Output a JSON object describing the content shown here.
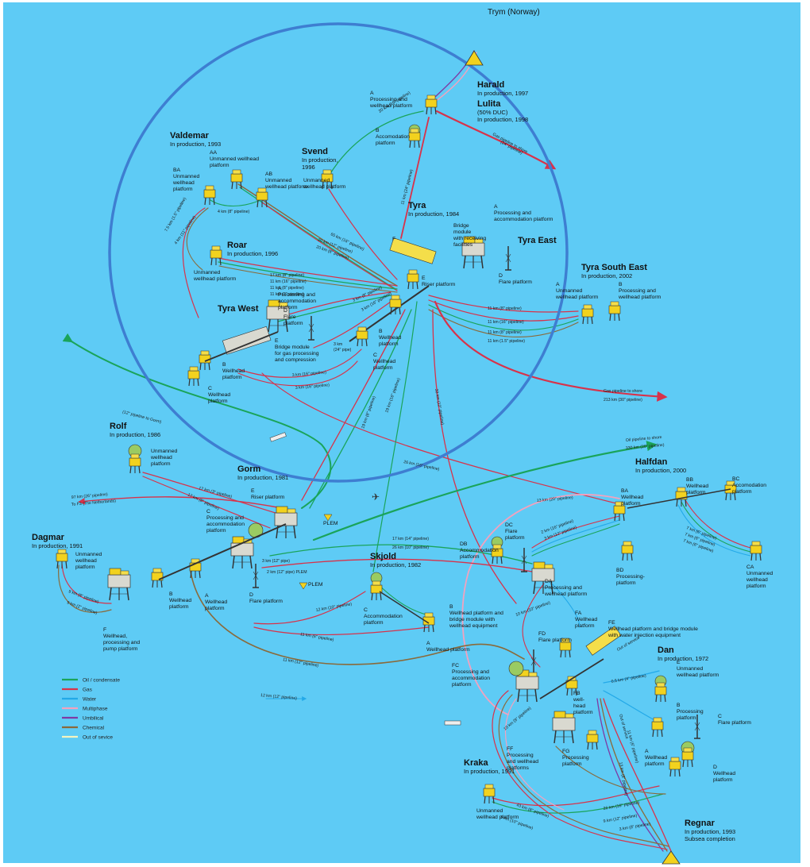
{
  "colors": {
    "sea": "#5ecbf5",
    "frame": "#ffffff",
    "oil": "#1aa45a",
    "gas": "#d8324a",
    "water": "#23a9e8",
    "multiphase": "#f2a2bf",
    "umbilical": "#7e3aa4",
    "chemical": "#8a6a3a",
    "out_of_service": "#f4f4c0",
    "circle": "#3e7ed1",
    "platform": "#f2d21e",
    "platform_dark": "#4a4a42"
  },
  "fields": {
    "trym": {
      "name": "Trym (Norway)"
    },
    "harald": {
      "name": "Harald",
      "sub": "In production, 1997"
    },
    "lulita": {
      "name": "Lulita",
      "sub1": "(50% DUC)",
      "sub2": "In production, 1998"
    },
    "valdemar": {
      "name": "Valdemar",
      "sub": "In production, 1993"
    },
    "svend": {
      "name": "Svend",
      "sub1": "In production,",
      "sub2": "1996"
    },
    "tyra": {
      "name": "Tyra",
      "sub": "In production, 1984"
    },
    "tyra_east": {
      "name": "Tyra East"
    },
    "roar": {
      "name": "Roar",
      "sub": "In production, 1996"
    },
    "tyra_west": {
      "name": "Tyra West"
    },
    "tyra_south_east": {
      "name": "Tyra South East",
      "sub": "In production, 2002"
    },
    "rolf": {
      "name": "Rolf",
      "sub": "In production, 1986"
    },
    "gorm": {
      "name": "Gorm",
      "sub": "In production, 1981"
    },
    "halfdan": {
      "name": "Halfdan",
      "sub": "In production, 2000"
    },
    "dagmar": {
      "name": "Dagmar",
      "sub": "In production, 1991"
    },
    "skjold": {
      "name": "Skjold",
      "sub": "In production, 1982"
    },
    "dan": {
      "name": "Dan",
      "sub": "In production, 1972"
    },
    "kraka": {
      "name": "Kraka",
      "sub": "In production, 1991"
    },
    "regnar": {
      "name": "Regnar",
      "sub1": "In production, 1993",
      "sub2": "Subsea completion"
    }
  },
  "platforms": {
    "harald_a": [
      "A",
      "Processing and",
      "wellhead platform"
    ],
    "harald_b": [
      "B",
      "Accomodation",
      "platform"
    ],
    "valdemar_aa": [
      "AA",
      "Unmanned wellhead",
      "platform"
    ],
    "valdemar_ba": [
      "BA",
      "Unmanned",
      "wellhead",
      "platform"
    ],
    "valdemar_ab": [
      "AB",
      "Unmanned",
      "wellhead platform"
    ],
    "svend": [
      "Unmanned",
      "wellhead platform"
    ],
    "tyra_a": [
      "A",
      "Processing and",
      "accommodation platform"
    ],
    "tyra_bridge": [
      "Bridge",
      "module",
      "with receiving",
      "facilities"
    ],
    "tyra_f": [
      "F"
    ],
    "tyra_e": [
      "E",
      "Riser platform"
    ],
    "tyra_d": [
      "D",
      "Flare platform"
    ],
    "tse_a": [
      "A",
      "Unmanned",
      "wellhead platform"
    ],
    "tse_b": [
      "B",
      "Processing and",
      "wellhead platform"
    ],
    "roar": [
      "Unmanned",
      "wellhead platform"
    ],
    "tw_a": [
      "A",
      "Processing and",
      "accommodation",
      "platform"
    ],
    "tw_d": [
      "D",
      "Flare",
      "platform"
    ],
    "tw_e": [
      "E",
      "Bridge module",
      "for gas processing",
      "and compression"
    ],
    "tw_b": [
      "B",
      "Wellhead",
      "platform"
    ],
    "tw_c": [
      "C",
      "Wellhead",
      "platform"
    ],
    "te_b": [
      "B",
      "Wellhead",
      "platform"
    ],
    "te_c": [
      "C",
      "Wellhead",
      "platform"
    ],
    "rolf": [
      "Unmanned",
      "wellhead",
      "platform"
    ],
    "gorm_e": [
      "E",
      "Riser platform"
    ],
    "gorm_c": [
      "C",
      "Processing and",
      "accommodation",
      "platform"
    ],
    "gorm_a": [
      "A",
      "Wellhead",
      "platform"
    ],
    "gorm_b": [
      "B",
      "Wellhead",
      "platform"
    ],
    "gorm_d": [
      "D",
      "Flare platform"
    ],
    "gorm_f": [
      "F",
      "Wellhead,",
      "processing and",
      "pump platform"
    ],
    "plem1": [
      "PLEM"
    ],
    "plem2": [
      "PLEM"
    ],
    "dagmar": [
      "Unmanned",
      "wellhead",
      "platform"
    ],
    "skjold_c": [
      "C",
      "Accommodation",
      "platform"
    ],
    "skjold_b": [
      "B",
      "Wellhead platform and",
      "bridge module with",
      "wellhead equipment"
    ],
    "skjold_a": [
      "A",
      "Wellhead platform"
    ],
    "halfdan_ba": [
      "BA",
      "Wellhead",
      "platform"
    ],
    "halfdan_bb": [
      "BB",
      "Wellhead",
      "platform"
    ],
    "halfdan_bc": [
      "BC",
      "Accomodation",
      "platform"
    ],
    "halfdan_bd": [
      "BD",
      "Processing-",
      "platform"
    ],
    "halfdan_ca": [
      "CA",
      "Unmanned",
      "wellhead",
      "platform"
    ],
    "halfdan_db": [
      "DB",
      "Accommodation",
      "platform"
    ],
    "halfdan_dc": [
      "DC",
      "Flare",
      "platform"
    ],
    "halfdan_da": [
      "DA",
      "Processing and",
      "wellhead platform"
    ],
    "dan_fa": [
      "FA",
      "Wellhead",
      "platform"
    ],
    "dan_fe": [
      "FE",
      "Wellhead platform and bridge module",
      "with water injection equipment"
    ],
    "dan_fd": [
      "FD",
      "Flare platform"
    ],
    "dan_fc": [
      "FC",
      "Processing and",
      "accommodation",
      "platform"
    ],
    "dan_fb": [
      "FB",
      "well-",
      "head",
      "platform"
    ],
    "dan_ff": [
      "FF",
      "Processing",
      "and wellhead",
      "platforms"
    ],
    "dan_fg": [
      "FG",
      "Processing",
      "platform"
    ],
    "dan_e": [
      "E",
      "Unmanned",
      "wellhead platform"
    ],
    "dan_b": [
      "B",
      "Processing",
      "platform"
    ],
    "dan_c": [
      "C",
      "Flare platform"
    ],
    "dan_a": [
      "A",
      "Wellhead",
      "platform"
    ],
    "dan_d": [
      "D",
      "Wellhead",
      "platform"
    ],
    "kraka": [
      "Unmanned",
      "wellhead platform"
    ]
  },
  "pipe_labels": {
    "p1": "20 km (16\" pipeline)",
    "p2": "Gas pipeline to shore",
    "p3": "(24\" pipeline)",
    "p4": "11 km (24\" pipeline)",
    "p5": "4 km (8\" pipeline)",
    "p6": "7.5 km (1.5\" pipeline)",
    "p7": "4 km (11\" pipeline)",
    "p8": "20 km (12\" pipeline)",
    "p9": "20 km (8\" pipeline)",
    "p10": "65 km (16\" pipeline)",
    "p11": "17 km (8\" pipeline)",
    "p12": "11 km (16\" pipeline)",
    "p13": "11 km (8\" pipeline)",
    "p14": "11 km (2\" pipeline)",
    "p15": "3 km (8\" pipeline)",
    "p16": "3 km (16\" pipeline)",
    "p17": "11 km (8\" pipeline)",
    "p18": "11 km (16\" pipeline)",
    "p19": "11 km (8\" pipeline)",
    "p20": "11 km (1.5\" pipeline)",
    "p21": "3 km",
    "p22": "(24\" pipe)",
    "p23": "3 km (16\" pipeline)",
    "p24": "3 km (16\" pipeline)",
    "p25": "Gas pipeline to shore",
    "p26": "213 km (30\" pipeline)",
    "p27": "(12\" pipeline to Gorm)",
    "p28": "19 km (8\" pipeline)",
    "p29": "19 km (16\" pipeline)",
    "p30": "33 km (12\" pipeline)",
    "p31": "Oil pipeline to shore",
    "p32": "330 km (20\" pipeline)",
    "p33": "26 km (16\" pipeline)",
    "p34": "97 km (26\" pipeline)",
    "p35": "To F3 (The Netherlands)",
    "p36": "17 km (3\" pipeline)",
    "p37": "17 km (8\" pipeline)",
    "p38": "13 km (20\" pipeline)",
    "p39": "17 km (14\" pipeline)",
    "p40": "26 km (10\" pipeline)",
    "p41": "3 km (12\" pipe)",
    "p42": "2 km (12\" pipe) PLEM",
    "p43": "12 km (10\" pipeline)",
    "p44": "11 km (6\" pipeline)",
    "p45": "11 km (12\" pipeline)",
    "p46": "9 km (8\" pipeline)",
    "p47": "9 km (2\" pipeline)",
    "p48": "12 km (12\" pipeline)",
    "p49": "2 km (16\" pipeline)",
    "p50": "3 km (12\" pipeline)",
    "p51": "7 km (6\" pipeline)",
    "p52": "7 km (6\" pipeline)",
    "p53": "7 km (6\" pipeline)",
    "p54": "10 km (10\" pipeline)",
    "p55": "Out of service",
    "p56": "0.5 km (4\" pipeline)",
    "p57": "Out of service",
    "p58": "11 km (6\" pipeline)",
    "p59": "13 km (8\" pipeline)",
    "p60": "43 km (8\" pipeline)",
    "p61": "9 km (10\" pipeline)",
    "p62": "26 km (16\" pipeline)",
    "p63": "9 km (12\" pipeline)",
    "p64": "3 km (8\" pipeline)",
    "p65": "10 km (8\" pipeline)"
  },
  "legend": [
    {
      "label": "Oil / condensate",
      "color": "#1aa45a"
    },
    {
      "label": "Gas",
      "color": "#d8324a"
    },
    {
      "label": "Water",
      "color": "#23a9e8"
    },
    {
      "label": "Multiphase",
      "color": "#f2a2bf"
    },
    {
      "label": "Umbilical",
      "color": "#7e3aa4"
    },
    {
      "label": "Chemical",
      "color": "#8a6a3a"
    },
    {
      "label": "Out of sevice",
      "color": "#f4f4c0"
    }
  ]
}
